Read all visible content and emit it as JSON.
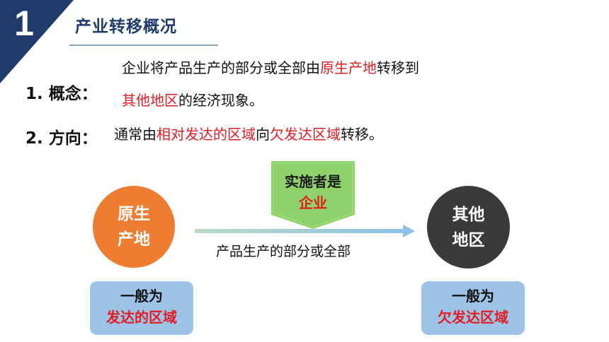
{
  "header": {
    "section_number": "1",
    "title": "产业转移概况"
  },
  "concept": {
    "label": "1. 概念：",
    "line1_prefix": "企业将产品生产的部分或全部由",
    "line1_highlight": "原生产地",
    "line1_suffix": "转移到",
    "line2_highlight": "其他地区",
    "line2_suffix": "的经济现象。"
  },
  "direction": {
    "label": "2. 方向：",
    "prefix": "通常由",
    "highlight1": "相对发达的区域",
    "middle": "向",
    "highlight2": "欠发达区域",
    "suffix": "转移。"
  },
  "diagram": {
    "banner_line1": "实施者是",
    "banner_line2": "企业",
    "origin_line1": "原生",
    "origin_line2": "产地",
    "dest_line1": "其他",
    "dest_line2": "地区",
    "arrow_caption": "产品生产的部分或全部",
    "origin_box_line1": "一般为",
    "origin_box_line2": "发达的区域",
    "dest_box_line1": "一般为",
    "dest_box_line2": "欠发达区域"
  },
  "colors": {
    "header_navy": "#1f3b6b",
    "highlight_red": "#e31c23",
    "origin_orange": "#ee7d31",
    "destination_dark": "#3a3a3a",
    "banner_green": "#8fd16a",
    "box_blue": "#9dc3e6"
  }
}
